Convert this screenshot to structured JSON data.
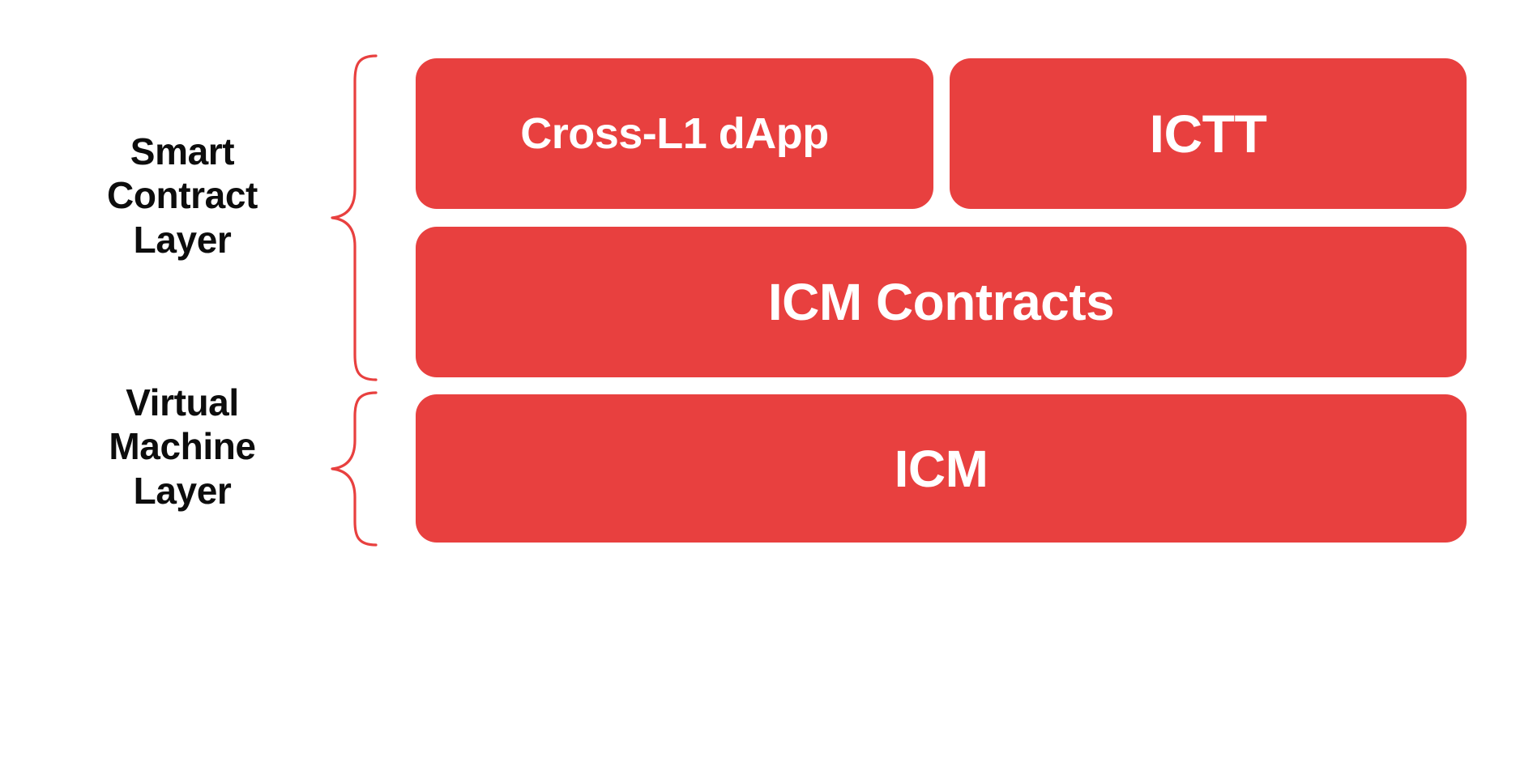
{
  "diagram": {
    "title": "Smart Contract Layer and Virtual Machine Layer stack",
    "background_color": "#FFFFFF",
    "box_color": "#E8403F",
    "box_text_color": "#FFFFFF",
    "label_text_color": "#0D0D0D",
    "brace_color": "#E8403F",
    "groups": [
      {
        "id": "smart-contract-layer",
        "label": "Smart\nContract\nLayer",
        "label_lines": [
          "Smart",
          "Contract",
          "Layer"
        ],
        "rows": [
          {
            "id": "row-applications",
            "boxes": [
              {
                "id": "cross-l1-dapp",
                "label": "Cross-L1 dApp"
              },
              {
                "id": "ictt",
                "label": "ICTT"
              }
            ]
          },
          {
            "id": "row-icm-contracts",
            "boxes": [
              {
                "id": "icm-contracts",
                "label": "ICM Contracts"
              }
            ]
          }
        ]
      },
      {
        "id": "virtual-machine-layer",
        "label": "Virtual\nMachine\nLayer",
        "label_lines": [
          "Virtual",
          "Machine",
          "Layer"
        ],
        "rows": [
          {
            "id": "row-icm",
            "boxes": [
              {
                "id": "icm",
                "label": "ICM"
              }
            ]
          }
        ]
      }
    ]
  }
}
